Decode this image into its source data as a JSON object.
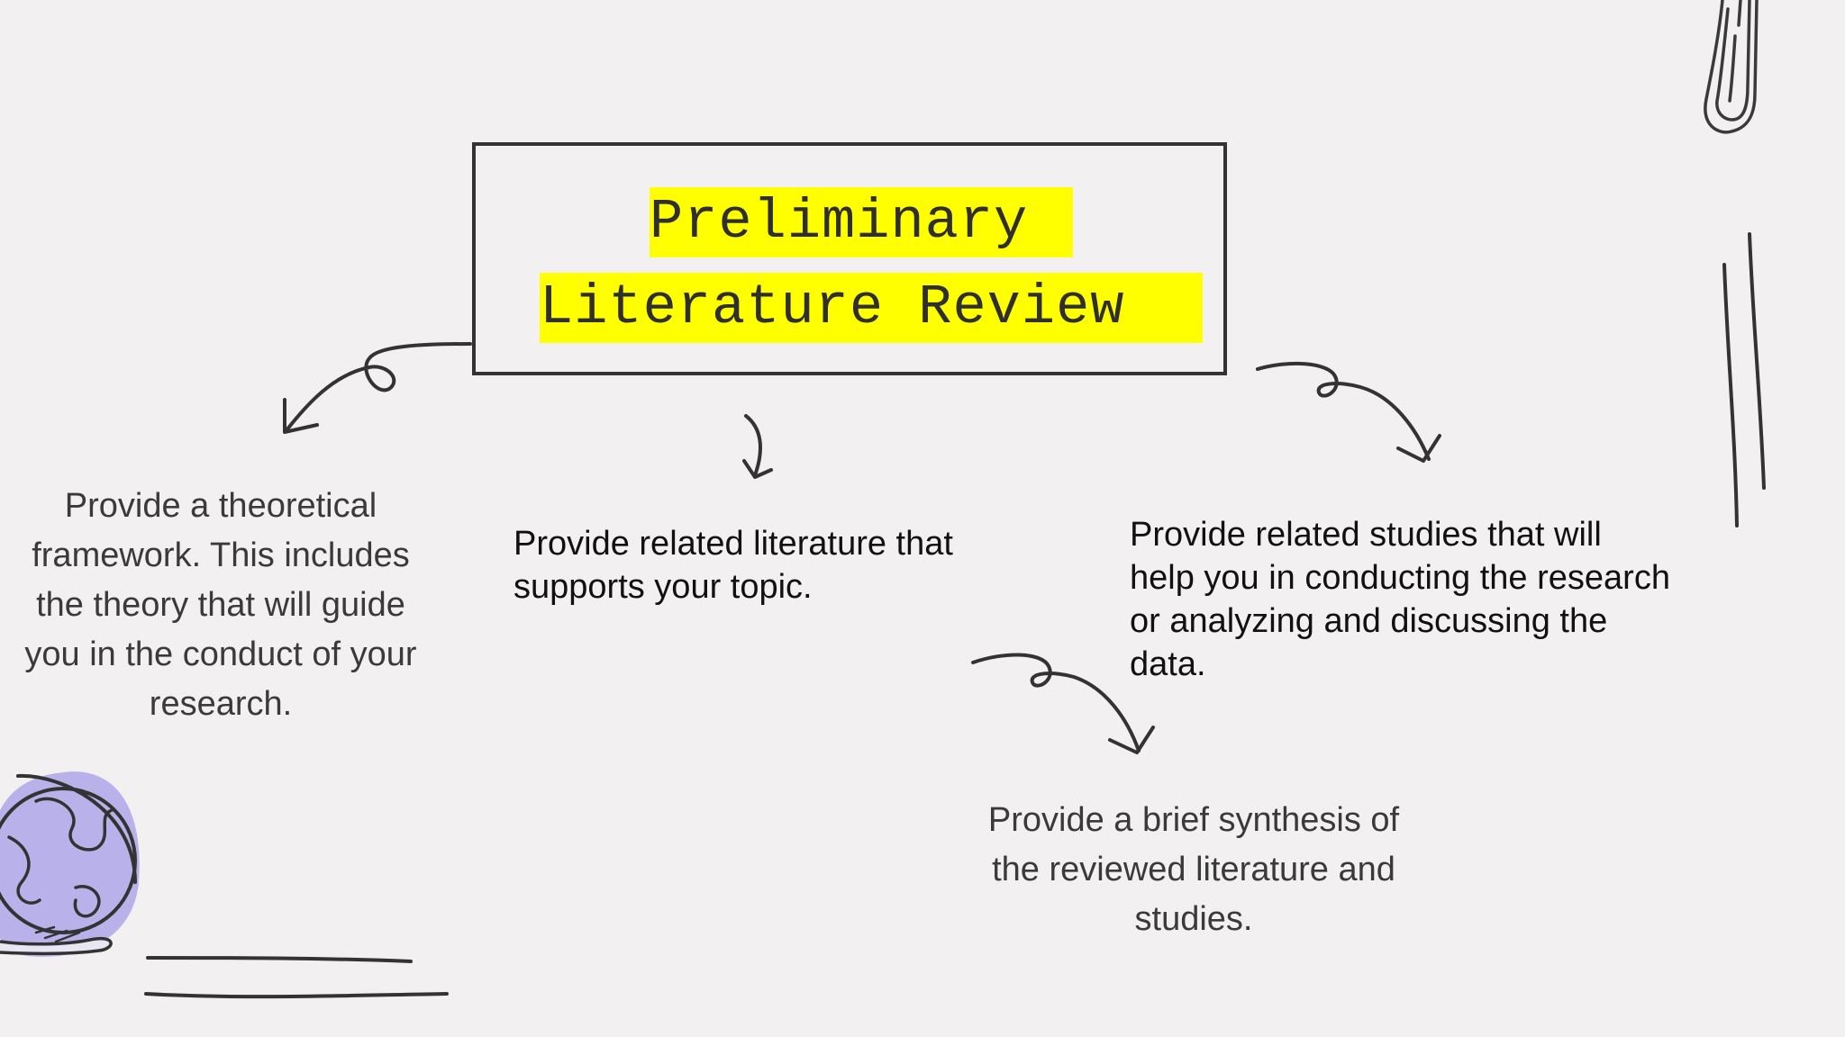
{
  "title": {
    "line1": "Preliminary",
    "line2": "Literature Review"
  },
  "nodes": {
    "left": "Provide a theoretical framework. This includes the theory that will guide you in the conduct of your research.",
    "middle": "Provide related literature that supports your topic.",
    "right": "Provide related studies that will help you in conducting the research or analyzing and discussing the data.",
    "bottom": "Provide a brief synthesis of the reviewed literature and studies."
  },
  "colors": {
    "background": "#f2f0f0",
    "highlight": "#ffff00",
    "ink": "#333333",
    "globe_blob": "#b9b2ea"
  },
  "icons": [
    "paperclip-icon",
    "globe-icon"
  ]
}
